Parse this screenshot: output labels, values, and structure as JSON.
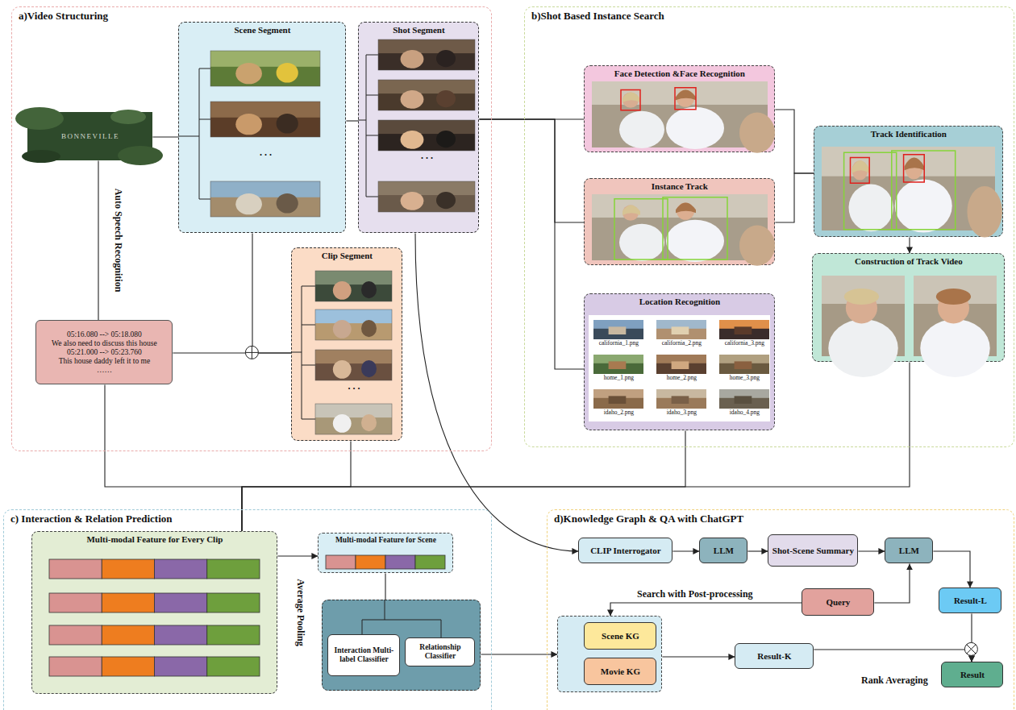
{
  "diagram": {
    "nodes": [
      {
        "text": [
          "a)Video Structuring"
        ]
      },
      {
        "text": [
          "BONNEVILLE"
        ],
        "in": 0
      },
      {
        "text": [
          "Scene Segment",
          ". . ."
        ],
        "in": 0
      },
      {
        "text": [
          "Shot Segment",
          ". . ."
        ],
        "in": 0
      },
      {
        "text": [
          "05:16.080 --> 05:18.080",
          "We also need to discuss this house",
          "05:21.000 --> 05:23.760",
          "This house daddy left it to me",
          "……"
        ],
        "in": 0
      },
      {
        "text": [
          "Clip Segment",
          ". . ."
        ],
        "in": 0
      },
      {
        "text": [
          "b)Shot Based Instance Search"
        ]
      },
      {
        "text": [
          "Face Detection &Face Recognition"
        ],
        "in": 6
      },
      {
        "text": [
          "Instance Track"
        ],
        "in": 6
      },
      {
        "text": [
          "Location Recognition",
          "california_1.png",
          "california_2.png",
          "california_3.png",
          "home_1.png",
          "home_2.png",
          "home_3.png",
          "idaho_2.png",
          "idaho_3.png",
          "idaho_4.png"
        ],
        "in": 6
      },
      {
        "text": [
          "Track Identification"
        ],
        "in": 6
      },
      {
        "text": [
          "Construction of Track Video"
        ],
        "in": 6
      },
      {
        "text": [
          "c) Interaction & Relation Prediction"
        ]
      },
      {
        "text": [
          "Multi-modal Feature for Every Clip"
        ],
        "in": 12
      },
      {
        "text": [
          "Multi-modal Feature for Scene"
        ],
        "in": 12
      },
      {
        "text": [],
        "in": 12
      },
      {
        "text": [
          "Interaction Multi-label Classifier"
        ],
        "in": 15
      },
      {
        "text": [
          "Relationship Classifier"
        ],
        "in": 15
      },
      {
        "text": [
          "d)Knowledge Graph & QA with ChatGPT"
        ]
      },
      {
        "text": [
          "CLIP Interrogator"
        ],
        "in": 18
      },
      {
        "text": [
          "LLM"
        ],
        "in": 18
      },
      {
        "text": [
          "Shot-Scene Summary"
        ],
        "in": 18
      },
      {
        "text": [
          "LLM"
        ],
        "in": 18
      },
      {
        "text": [
          "Query"
        ],
        "in": 18
      },
      {
        "text": [
          "Result-L"
        ],
        "in": 18
      },
      {
        "text": [],
        "in": 18
      },
      {
        "text": [
          "Scene KG"
        ],
        "in": 25
      },
      {
        "text": [
          "Movie KG"
        ],
        "in": 25
      },
      {
        "text": [
          "Result-K"
        ],
        "in": 18
      },
      {
        "text": [
          "Result"
        ],
        "in": 18
      }
    ],
    "edges": [
      {
        "from": 1,
        "to": 2,
        "arrow": "none"
      },
      {
        "from": 1,
        "to": 4,
        "arrow": "none",
        "label": "Auto Speech Recognition"
      },
      {
        "from": 2,
        "to": 3,
        "arrow": "none"
      },
      {
        "from": 2,
        "to": 5,
        "arrow": "none"
      },
      {
        "from": 4,
        "to": 5,
        "arrow": "none"
      },
      {
        "from": 3,
        "to": 7,
        "arrow": "none"
      },
      {
        "from": 3,
        "to": 8,
        "arrow": "none"
      },
      {
        "from": 3,
        "to": 9,
        "arrow": "none"
      },
      {
        "from": 7,
        "to": 10,
        "arrow": "none"
      },
      {
        "from": 8,
        "to": 10,
        "arrow": "none"
      },
      {
        "from": 10,
        "to": 11,
        "arrow": "to"
      },
      {
        "from": 3,
        "to": 19,
        "arrow": "to"
      },
      {
        "from": 4,
        "to": 13,
        "arrow": "none"
      },
      {
        "from": 5,
        "to": 13,
        "arrow": "none"
      },
      {
        "from": 9,
        "to": 13,
        "arrow": "none"
      },
      {
        "from": 11,
        "to": 13,
        "arrow": "none"
      },
      {
        "from": 13,
        "to": 14,
        "arrow": "to"
      },
      {
        "from": 14,
        "to": 15,
        "arrow": "none"
      },
      {
        "from": 15,
        "to": 25,
        "arrow": "to"
      },
      {
        "from": 19,
        "to": 20,
        "arrow": "to"
      },
      {
        "from": 20,
        "to": 21,
        "arrow": "to"
      },
      {
        "from": 21,
        "to": 22,
        "arrow": "to"
      },
      {
        "from": 23,
        "to": 22,
        "arrow": "to"
      },
      {
        "from": 22,
        "to": 24,
        "arrow": "to"
      },
      {
        "from": 23,
        "to": 25,
        "arrow": "to",
        "label": "Search with Post-processing"
      },
      {
        "from": 25,
        "to": 28,
        "arrow": "to"
      },
      {
        "from": 24,
        "to": 29,
        "arrow": "to"
      },
      {
        "from": 28,
        "to": 29,
        "arrow": "to"
      }
    ],
    "labels": [
      "Average Pooling",
      "Rank Averaging"
    ]
  }
}
